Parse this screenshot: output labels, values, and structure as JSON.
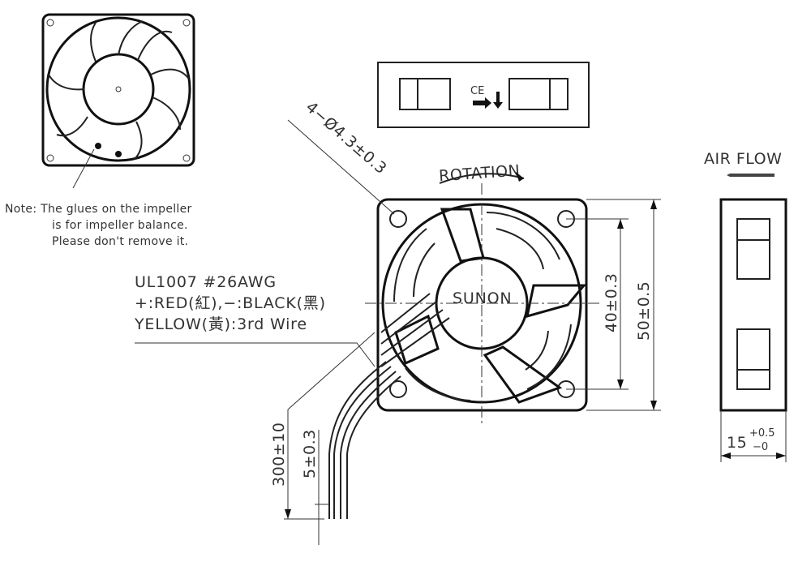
{
  "note": {
    "line1": "Note: The glues on the impeller",
    "line2": "is for impeller balance.",
    "line3": "Please don't remove it."
  },
  "wire_spec": {
    "line1": "UL1007 #26AWG",
    "line2": "+:RED(紅),−:BLACK(黑)",
    "line3": "YELLOW(黃):3rd Wire"
  },
  "labels": {
    "rotation": "ROTATION",
    "air_flow": "AIR FLOW",
    "brand": "SUNON",
    "ce_mark": "CE"
  },
  "dimensions": {
    "holes": "4−Ø4.3±0.3",
    "hole_spacing": "40±0.3",
    "frame_size": "50±0.5",
    "thickness_base": "15",
    "thickness_plus": "+0.5",
    "thickness_minus": "−0",
    "lead_length": "300±10",
    "strip_length": "5±0.3"
  }
}
